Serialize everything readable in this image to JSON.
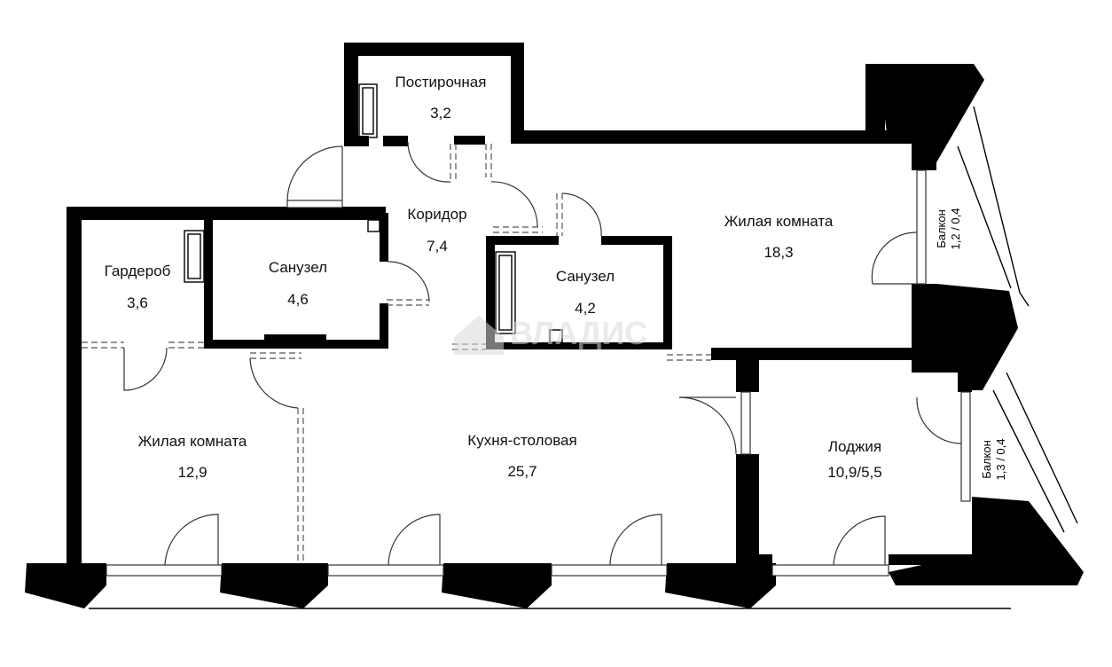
{
  "rooms": [
    {
      "id": "postirochnaya",
      "name": "Постирочная",
      "area": "3,2"
    },
    {
      "id": "koridor",
      "name": "Коридор",
      "area": "7,4"
    },
    {
      "id": "garderob",
      "name": "Гардероб",
      "area": "3,6"
    },
    {
      "id": "sanuzel1",
      "name": "Санузел",
      "area": "4,6"
    },
    {
      "id": "sanuzel2",
      "name": "Санузел",
      "area": "4,2"
    },
    {
      "id": "zhilaya-bolshaya",
      "name": "Жилая комната",
      "area": "18,3"
    },
    {
      "id": "zhilaya-malaya",
      "name": "Жилая комната",
      "area": "12,9"
    },
    {
      "id": "kukhnya",
      "name": "Кухня-столовая",
      "area": "25,7"
    },
    {
      "id": "lodzhiya",
      "name": "Лоджия",
      "area": "10,9/5,5"
    }
  ],
  "balconies": [
    {
      "id": "balkon1",
      "name": "Балкон",
      "area": "1,2 / 0,4"
    },
    {
      "id": "balkon2",
      "name": "Балкон",
      "area": "1,3 / 0,4"
    }
  ],
  "watermark": "ВЛАДИС",
  "colors": {
    "wall": "#000000",
    "background": "#ffffff",
    "watermark": "#d9d9d9"
  }
}
